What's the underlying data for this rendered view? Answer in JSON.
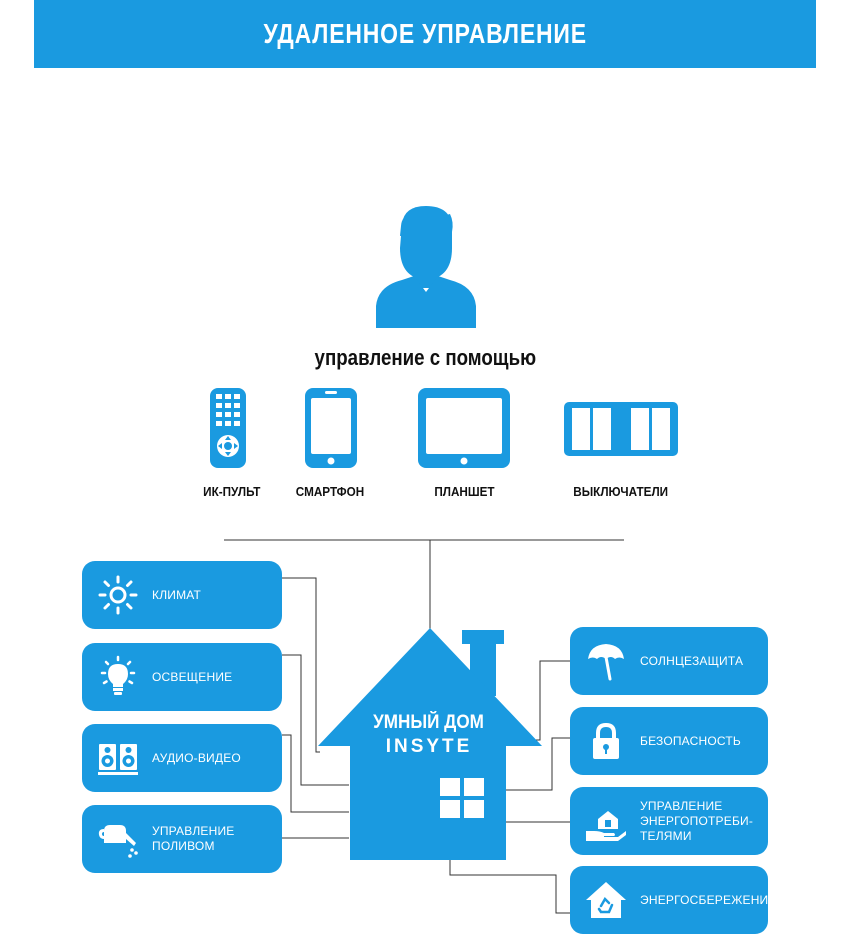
{
  "header": {
    "title": "УДАЛЕННОЕ УПРАВЛЕНИЕ"
  },
  "control": {
    "subtitle": "управление с помощью"
  },
  "devices": [
    {
      "label": "ИК-ПУЛЬТ",
      "icon": "remote-icon"
    },
    {
      "label": "СМАРТФОН",
      "icon": "smartphone-icon"
    },
    {
      "label": "ПЛАНШЕТ",
      "icon": "tablet-icon"
    },
    {
      "label": "ВЫКЛЮЧАТЕЛИ",
      "icon": "switch-icon"
    }
  ],
  "house": {
    "line1": "УМНЫЙ ДОМ",
    "line2": "INSYTE"
  },
  "left_cards": [
    {
      "label": "КЛИМАТ",
      "icon": "sun-icon"
    },
    {
      "label": "ОСВЕЩЕНИЕ",
      "icon": "lightbulb-icon"
    },
    {
      "label": "АУДИО-ВИДЕО",
      "icon": "speakers-icon"
    },
    {
      "label": [
        "УПРАВЛЕНИЕ",
        "ПОЛИВОМ"
      ],
      "icon": "watering-can-icon"
    }
  ],
  "right_cards": [
    {
      "label": "СОЛНЦЕЗАЩИТА",
      "icon": "umbrella-icon"
    },
    {
      "label": "БЕЗОПАСНОСТЬ",
      "icon": "lock-icon"
    },
    {
      "label": [
        "УПРАВЛЕНИЕ",
        "ЭНЕРГОПОТРЕБИ-",
        "ТЕЛЯМИ"
      ],
      "icon": "energy-hand-icon"
    },
    {
      "label": "ЭНЕРГОСБЕРЕЖЕНИЕ",
      "icon": "eco-house-icon"
    }
  ],
  "colors": {
    "accent": "#1a9ae0",
    "text": "#111111",
    "line": "#222222"
  }
}
